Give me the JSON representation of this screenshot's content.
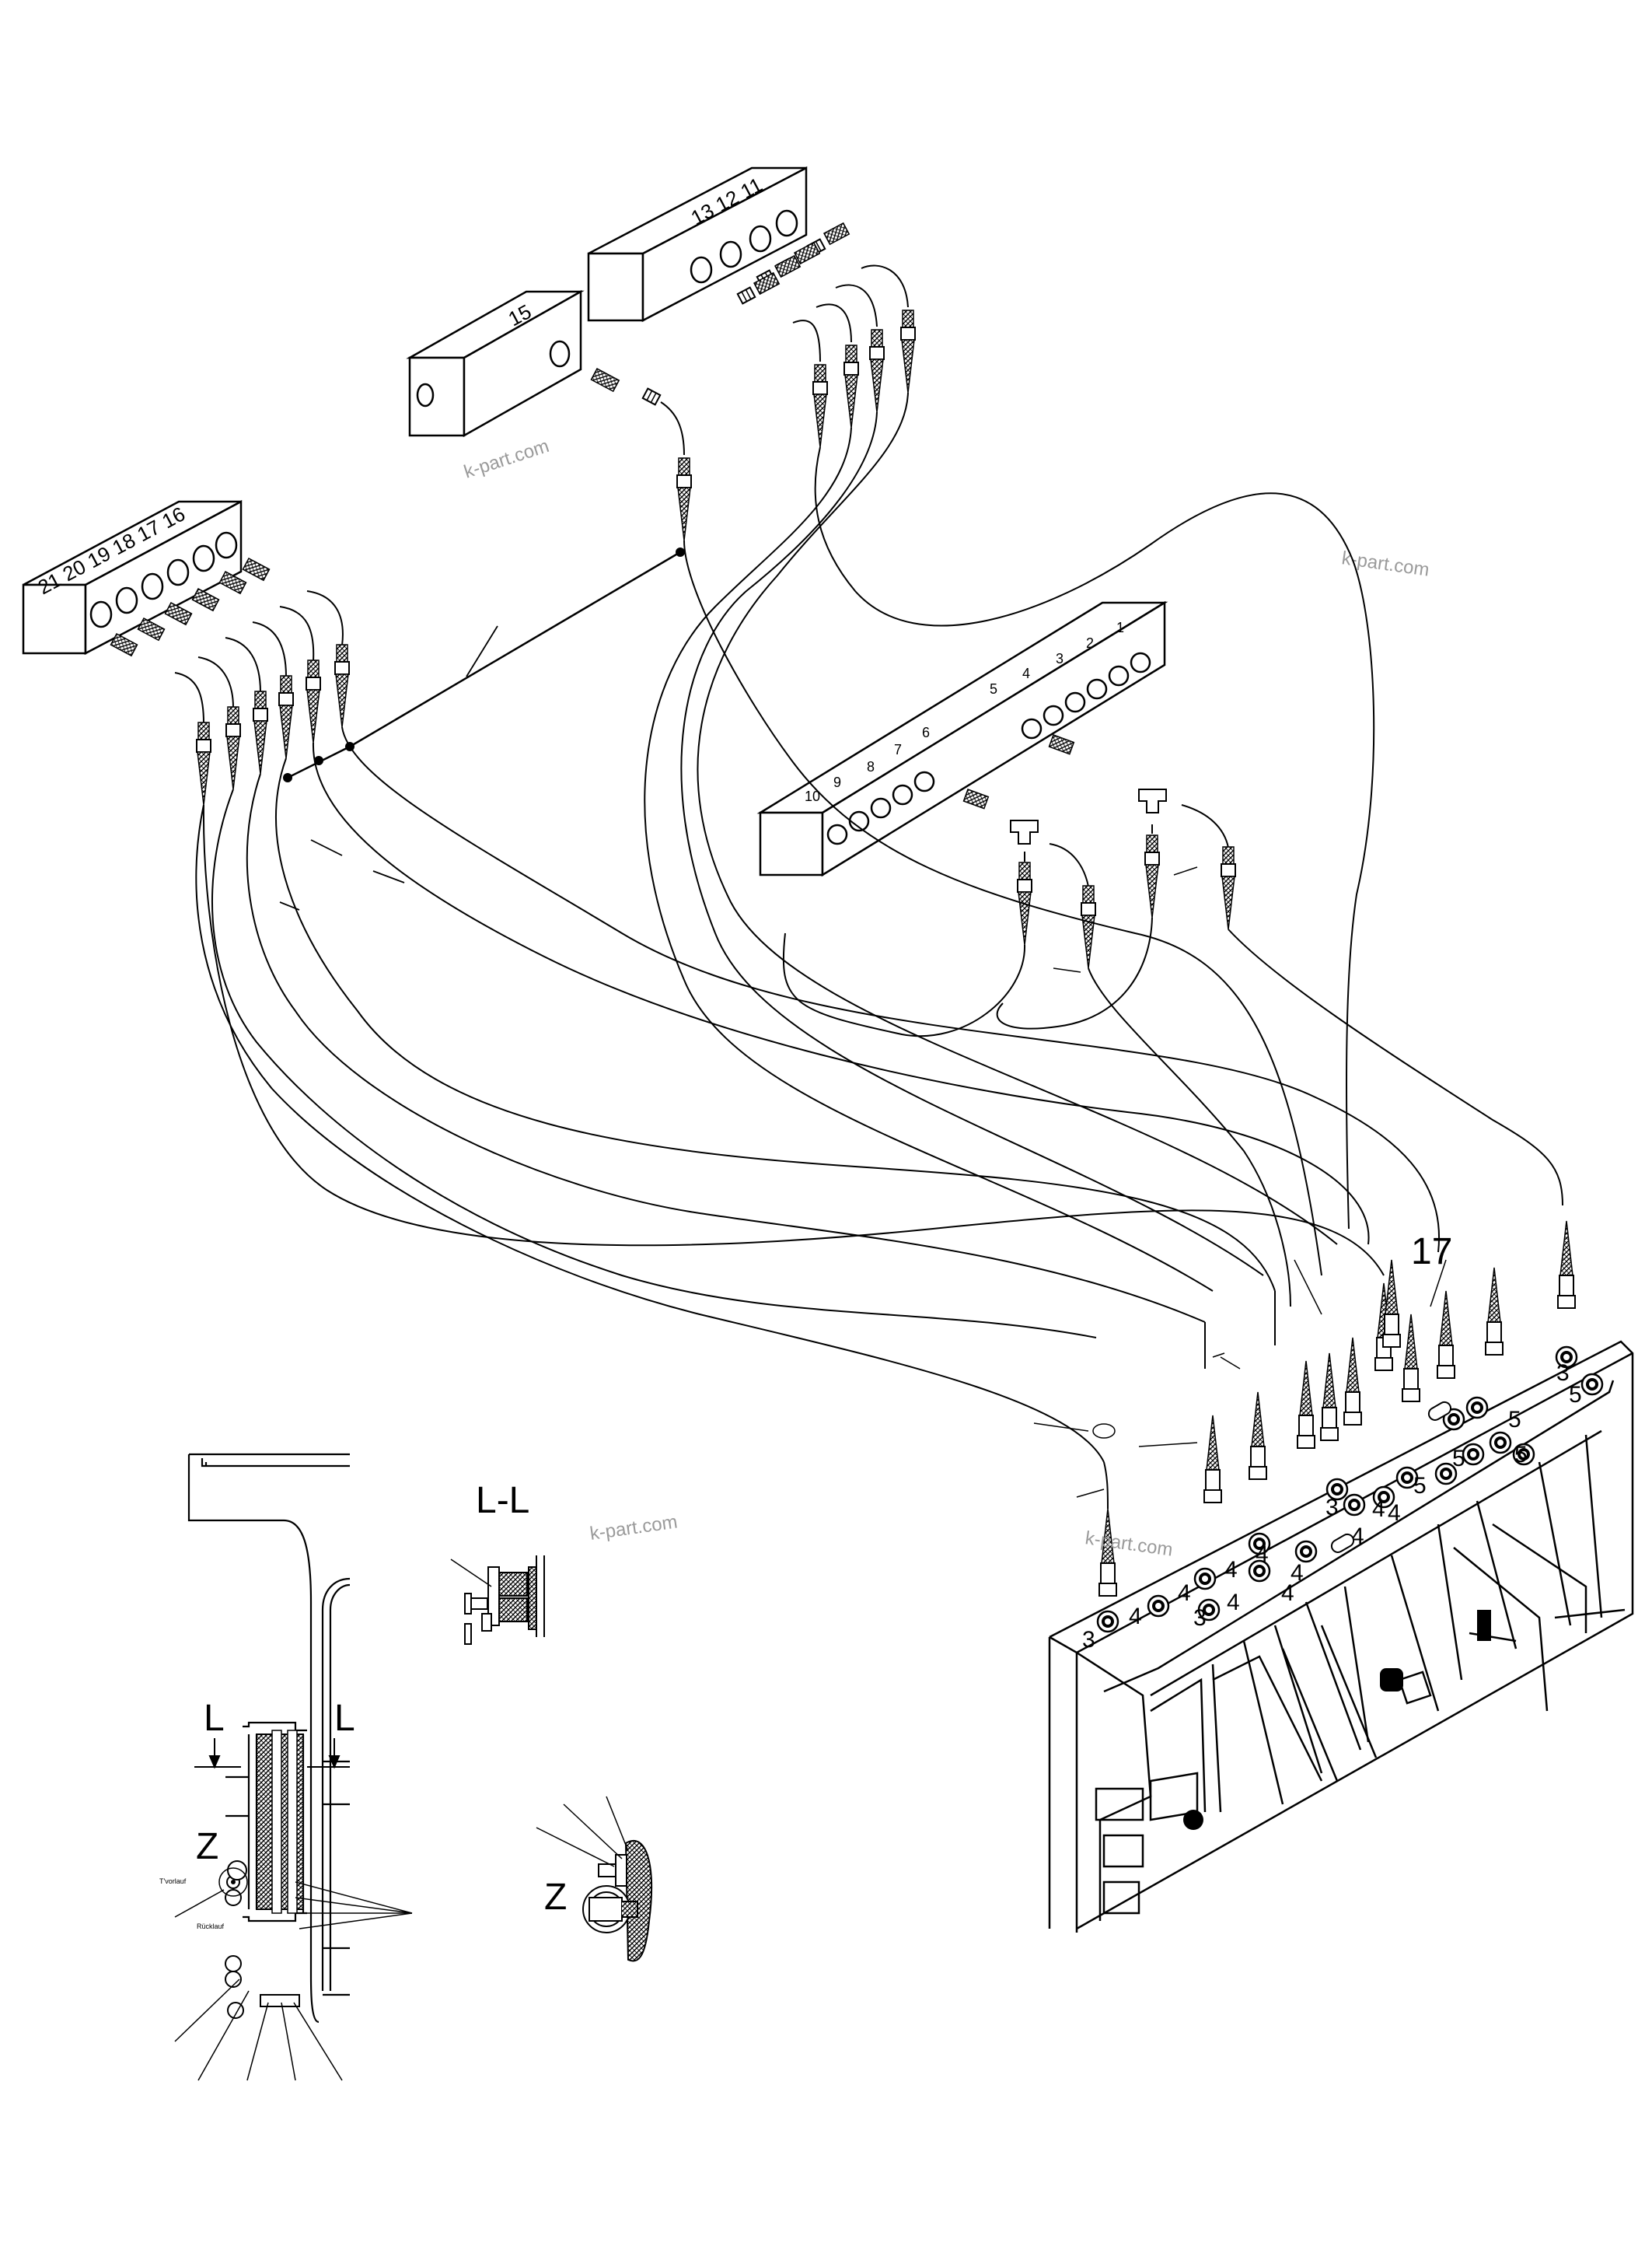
{
  "blocks": {
    "top_right": {
      "numbers": "13 12 11"
    },
    "single": {
      "number": "15"
    },
    "left": {
      "numbers": "21 20 19 18 17 16"
    },
    "center": {
      "numbers": [
        "10",
        "9",
        "8",
        "7",
        "6",
        "5",
        "4",
        "3",
        "2",
        "1"
      ]
    }
  },
  "callouts": {
    "seventeen": "17",
    "section_title": "L-L",
    "section_l_left": "L",
    "section_l_right": "L",
    "detail_z_left": "Z",
    "detail_z_right": "Z"
  },
  "panel_numbers": [
    "3",
    "4",
    "4",
    "4",
    "4",
    "4",
    "3",
    "4",
    "3",
    "4",
    "5",
    "5",
    "5",
    "3",
    "5",
    "5",
    "4",
    "4",
    "4"
  ],
  "small_text": {
    "label_a": "T'vorlauf",
    "label_b": "Rücklauf"
  },
  "watermarks": [
    "k-part.com",
    "k-part.com",
    "k-part.com",
    "k-part.com"
  ],
  "colors": {
    "line": "#000000",
    "watermark": "#9a9a9a",
    "background": "#ffffff"
  }
}
